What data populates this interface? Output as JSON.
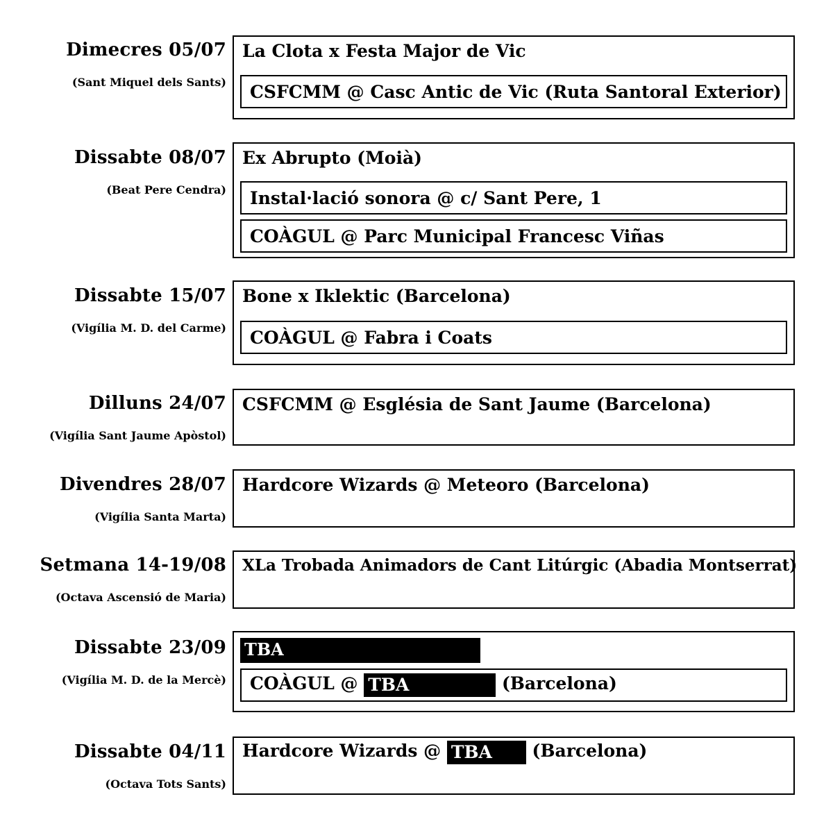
{
  "events": [
    {
      "date": "Dimecres 05/07",
      "feast": "(Sant Miquel dels Sants)",
      "title": "La Clota x Festa Major de Vic",
      "subs": [
        "CSFCMM @ Casc Antic de Vic (Ruta Santoral Exterior)"
      ]
    },
    {
      "date": "Dissabte 08/07",
      "feast": "(Beat Pere Cendra)",
      "title": "Ex Abrupto (Moià)",
      "subs": [
        "Instal·lació sonora @ c/ Sant Pere, 1",
        "COÀGUL @ Parc Municipal Francesc Viñas"
      ]
    },
    {
      "date": "Dissabte 15/07",
      "feast": "(Vigília M. D. del Carme)",
      "title": "Bone x Iklektic (Barcelona)",
      "subs": [
        "COÀGUL @ Fabra i Coats"
      ]
    },
    {
      "date": "Dilluns 24/07",
      "feast": "(Vigília Sant Jaume Apòstol)",
      "title": "CSFCMM @ Església de Sant Jaume (Barcelona)",
      "subs": []
    },
    {
      "date": "Divendres 28/07",
      "feast": "(Vigília Santa Marta)",
      "title": "Hardcore Wizards @ Meteoro (Barcelona)",
      "subs": []
    },
    {
      "date": "Setmana 14-19/08",
      "feast": "(Octava Ascensió de Maria)",
      "title": "XLa Trobada Animadors de Cant Litúrgic (Abadia Montserrat)",
      "subs": []
    },
    {
      "date": "Dissabte 23/09",
      "feast": "(Vigília M. D. de la Mercè)",
      "title_redacted": "TBA",
      "sub_redacted": {
        "before": "COÀGUL @",
        "redacted": "TBA",
        "after": "(Barcelona)"
      }
    },
    {
      "date": "Dissabte 04/11",
      "feast": "(Octava Tots Sants)",
      "title_mixed": {
        "before": "Hardcore Wizards @",
        "redacted": "TBA",
        "after": "(Barcelona)"
      }
    }
  ]
}
